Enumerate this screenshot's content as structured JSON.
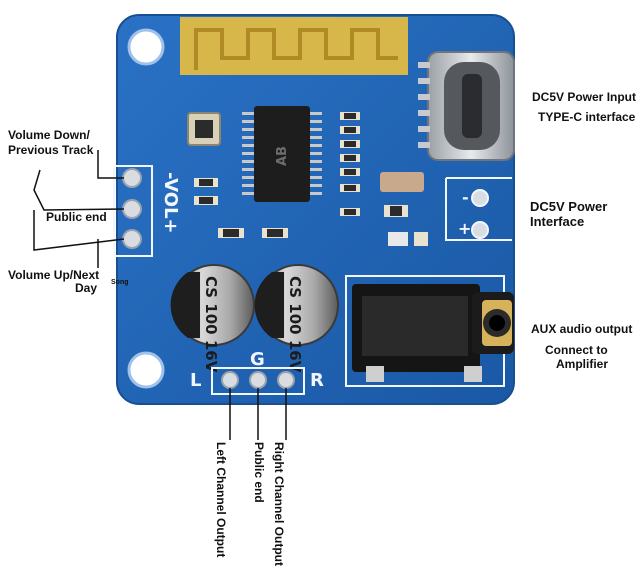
{
  "labels": {
    "volume_down": "Volume Down/",
    "previous_track": "Previous Track",
    "public_end_left": "Public end",
    "volume_up_next": "Volume Up/Next",
    "song": "Song",
    "day": "Day",
    "dc5v_power_input": "DC5V Power Input",
    "type_c_interface": "TYPE-C interface",
    "dc5v_power": "DC5V Power",
    "interface": "Interface",
    "aux_audio_output": "AUX audio output",
    "connect_to": "Connect to",
    "amplifier": "Amplifier",
    "left_channel_output": "Left Channel Output",
    "public_end_bottom": "Public end",
    "right_channel_output": "Right Channel Output"
  },
  "silkscreen": {
    "vol": "-VOL+",
    "minus": "-",
    "plus": "+",
    "ground": "G",
    "left": "L",
    "right": "R",
    "chip_logo": "AB",
    "cap1": "CS 100 16V",
    "cap2": "CS 100 16V",
    "pin_minus": "-",
    "pin_plus": "+"
  },
  "colors": {
    "pcb_blue": "#1f63b4",
    "pcb_edge": "#184f93",
    "antenna_gold": "#d8b74a",
    "silk_white": "#f2f6ff"
  }
}
